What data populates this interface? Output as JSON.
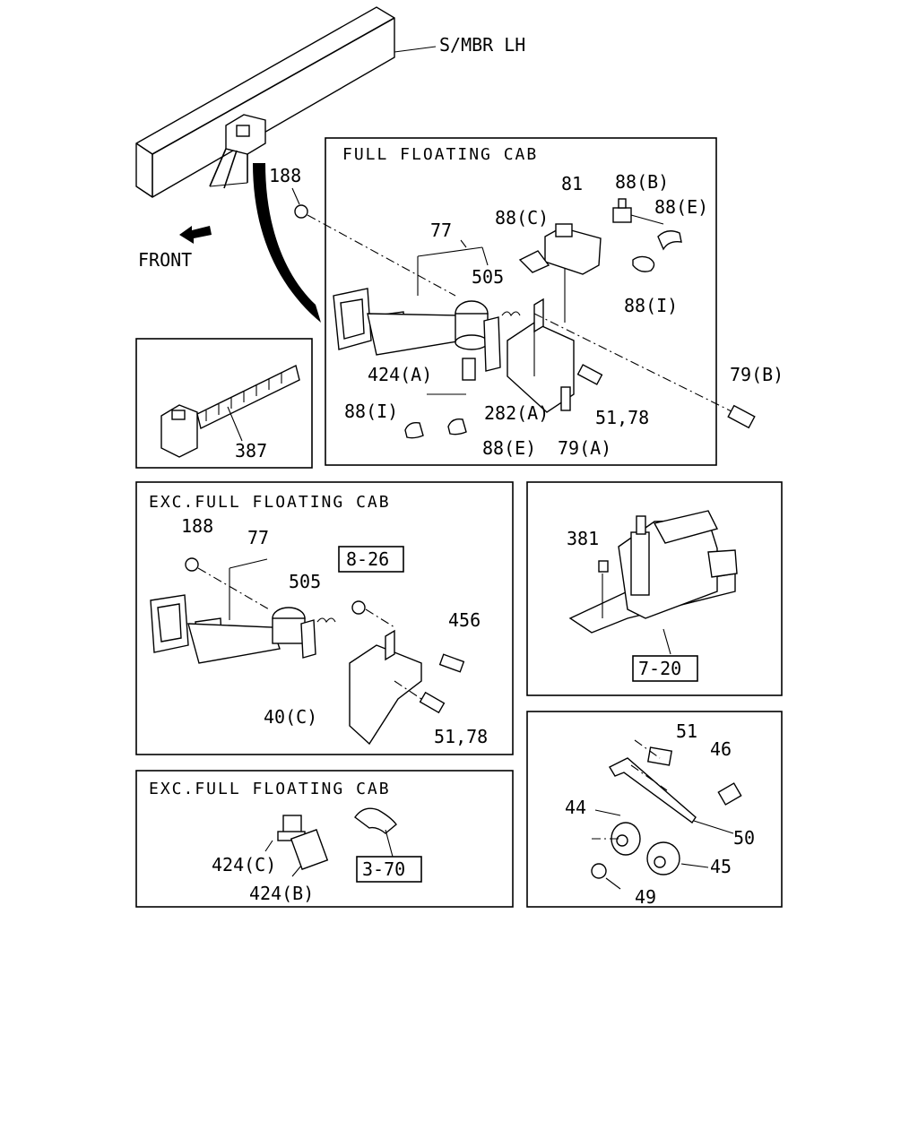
{
  "top": {
    "member_label": "S/MBR LH",
    "front_label": "FRONT"
  },
  "panel_full_floating": {
    "title": "FULL FLOATING CAB",
    "callouts": [
      "188",
      "81",
      "88(B)",
      "88(C)",
      "88(E)",
      "77",
      "505",
      "88(I)",
      "424(A)",
      "79(B)",
      "88(I)",
      "282(A)",
      "51,78",
      "88(E)",
      "79(A)"
    ]
  },
  "panel_clamp": {
    "callouts": [
      "387"
    ]
  },
  "panel_exc_1": {
    "title": "EXC.FULL FLOATING CAB",
    "callouts": [
      "188",
      "77",
      "505",
      "456",
      "40(C)",
      "51,78"
    ],
    "ref_box": "8-26"
  },
  "panel_motor": {
    "callouts": [
      "381"
    ],
    "ref_box": "7-20"
  },
  "panel_exc_2": {
    "title": "EXC.FULL FLOATING CAB",
    "callouts": [
      "424(C)",
      "424(B)"
    ],
    "ref_box": "3-70"
  },
  "panel_horn": {
    "callouts": [
      "51",
      "46",
      "44",
      "50",
      "45",
      "49"
    ]
  }
}
